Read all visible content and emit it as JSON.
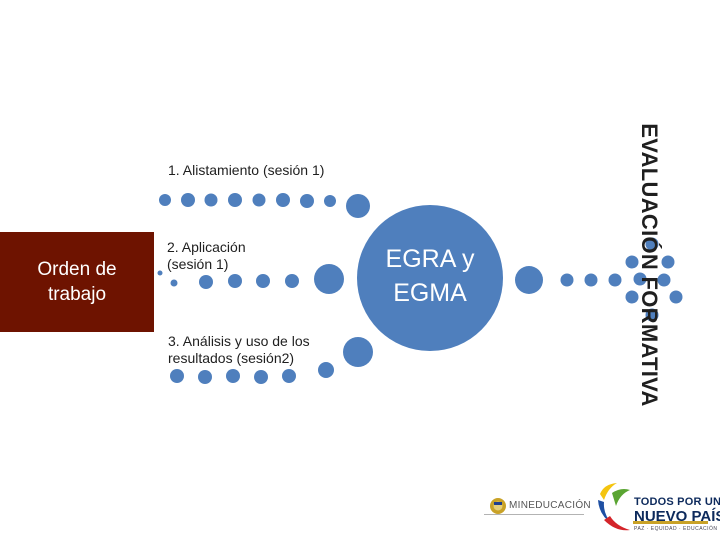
{
  "box": {
    "line1": "Orden de",
    "line2": "trabajo"
  },
  "steps": [
    {
      "label": "1. Alistamiento (sesión 1)"
    },
    {
      "line1": "2. Aplicación",
      "line2": "(sesión 1)"
    },
    {
      "line1": "3. Análisis y uso de los",
      "line2": "resultados (sesión2)"
    }
  ],
  "center": {
    "line1": "EGRA y",
    "line2": "EGMA"
  },
  "vertical_title": "EVALUACIÓN FORMATIVA",
  "logos": {
    "mineducacion": "MINEDUCACIÓN",
    "todos_line1": "TODOS POR UN",
    "todos_line2": "NUEVO PAÍS",
    "todos_line3": "PAZ · EQUIDAD · EDUCACIÓN"
  },
  "colors": {
    "dot": "#4f7fbd",
    "box": "#6e1300"
  }
}
